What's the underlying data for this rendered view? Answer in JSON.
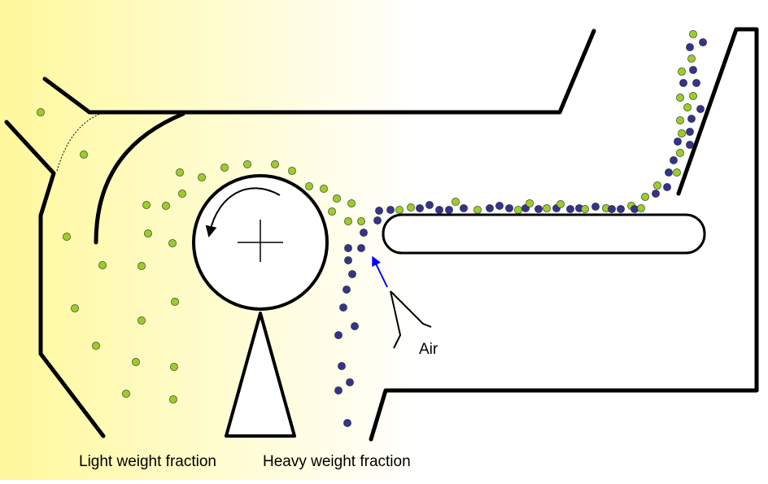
{
  "labels": {
    "light_fraction": "Light weight fraction",
    "heavy_fraction": "Heavy weight fraction",
    "air": "Air"
  },
  "colors": {
    "background_left": "#fff89c",
    "background_right": "#ffffff",
    "structure": "#000000",
    "light_particle": "#9acd2a",
    "heavy_particle": "#34348c",
    "air_arrow": "#0000ff"
  },
  "particle_types": [
    "light",
    "heavy"
  ]
}
